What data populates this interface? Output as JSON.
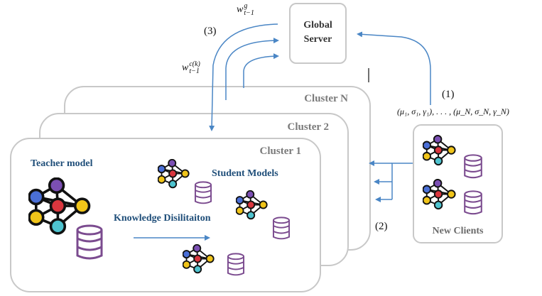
{
  "server": {
    "title_line1": "Global",
    "title_line2": "Server"
  },
  "clusters": [
    {
      "label": "Cluster N"
    },
    {
      "label": "Cluster 2"
    },
    {
      "label": "Cluster 1"
    }
  ],
  "cluster1": {
    "teacher_label": "Teacher model",
    "students_label": "Student Models",
    "kd_label": "Knowledge Disilitaiton"
  },
  "new_clients": {
    "label": "New Clients"
  },
  "steps": {
    "step1": "(1)",
    "step2": "(2)",
    "step3": "(3)"
  },
  "math": {
    "global_weight_base": "w",
    "global_weight_sup": "g",
    "global_weight_sub": "t−1",
    "cluster_weight_base": "w",
    "cluster_weight_sup": "c(k)",
    "cluster_weight_sub": "t−1",
    "params": "(μ₁, σ₁, γ₁), . . . , (μ_N, σ_N, γ_N)"
  },
  "colors": {
    "arrow": "#4a86c5",
    "box_border": "#c8c8c8",
    "node_purple": "#7b4fb3",
    "node_blue": "#4a6fd6",
    "node_red": "#d9363e",
    "node_yellow": "#f0c419",
    "node_cyan": "#4ec3cf",
    "db_purple": "#7b4b8f"
  },
  "icons": [
    "neural-network-icon",
    "database-icon"
  ]
}
